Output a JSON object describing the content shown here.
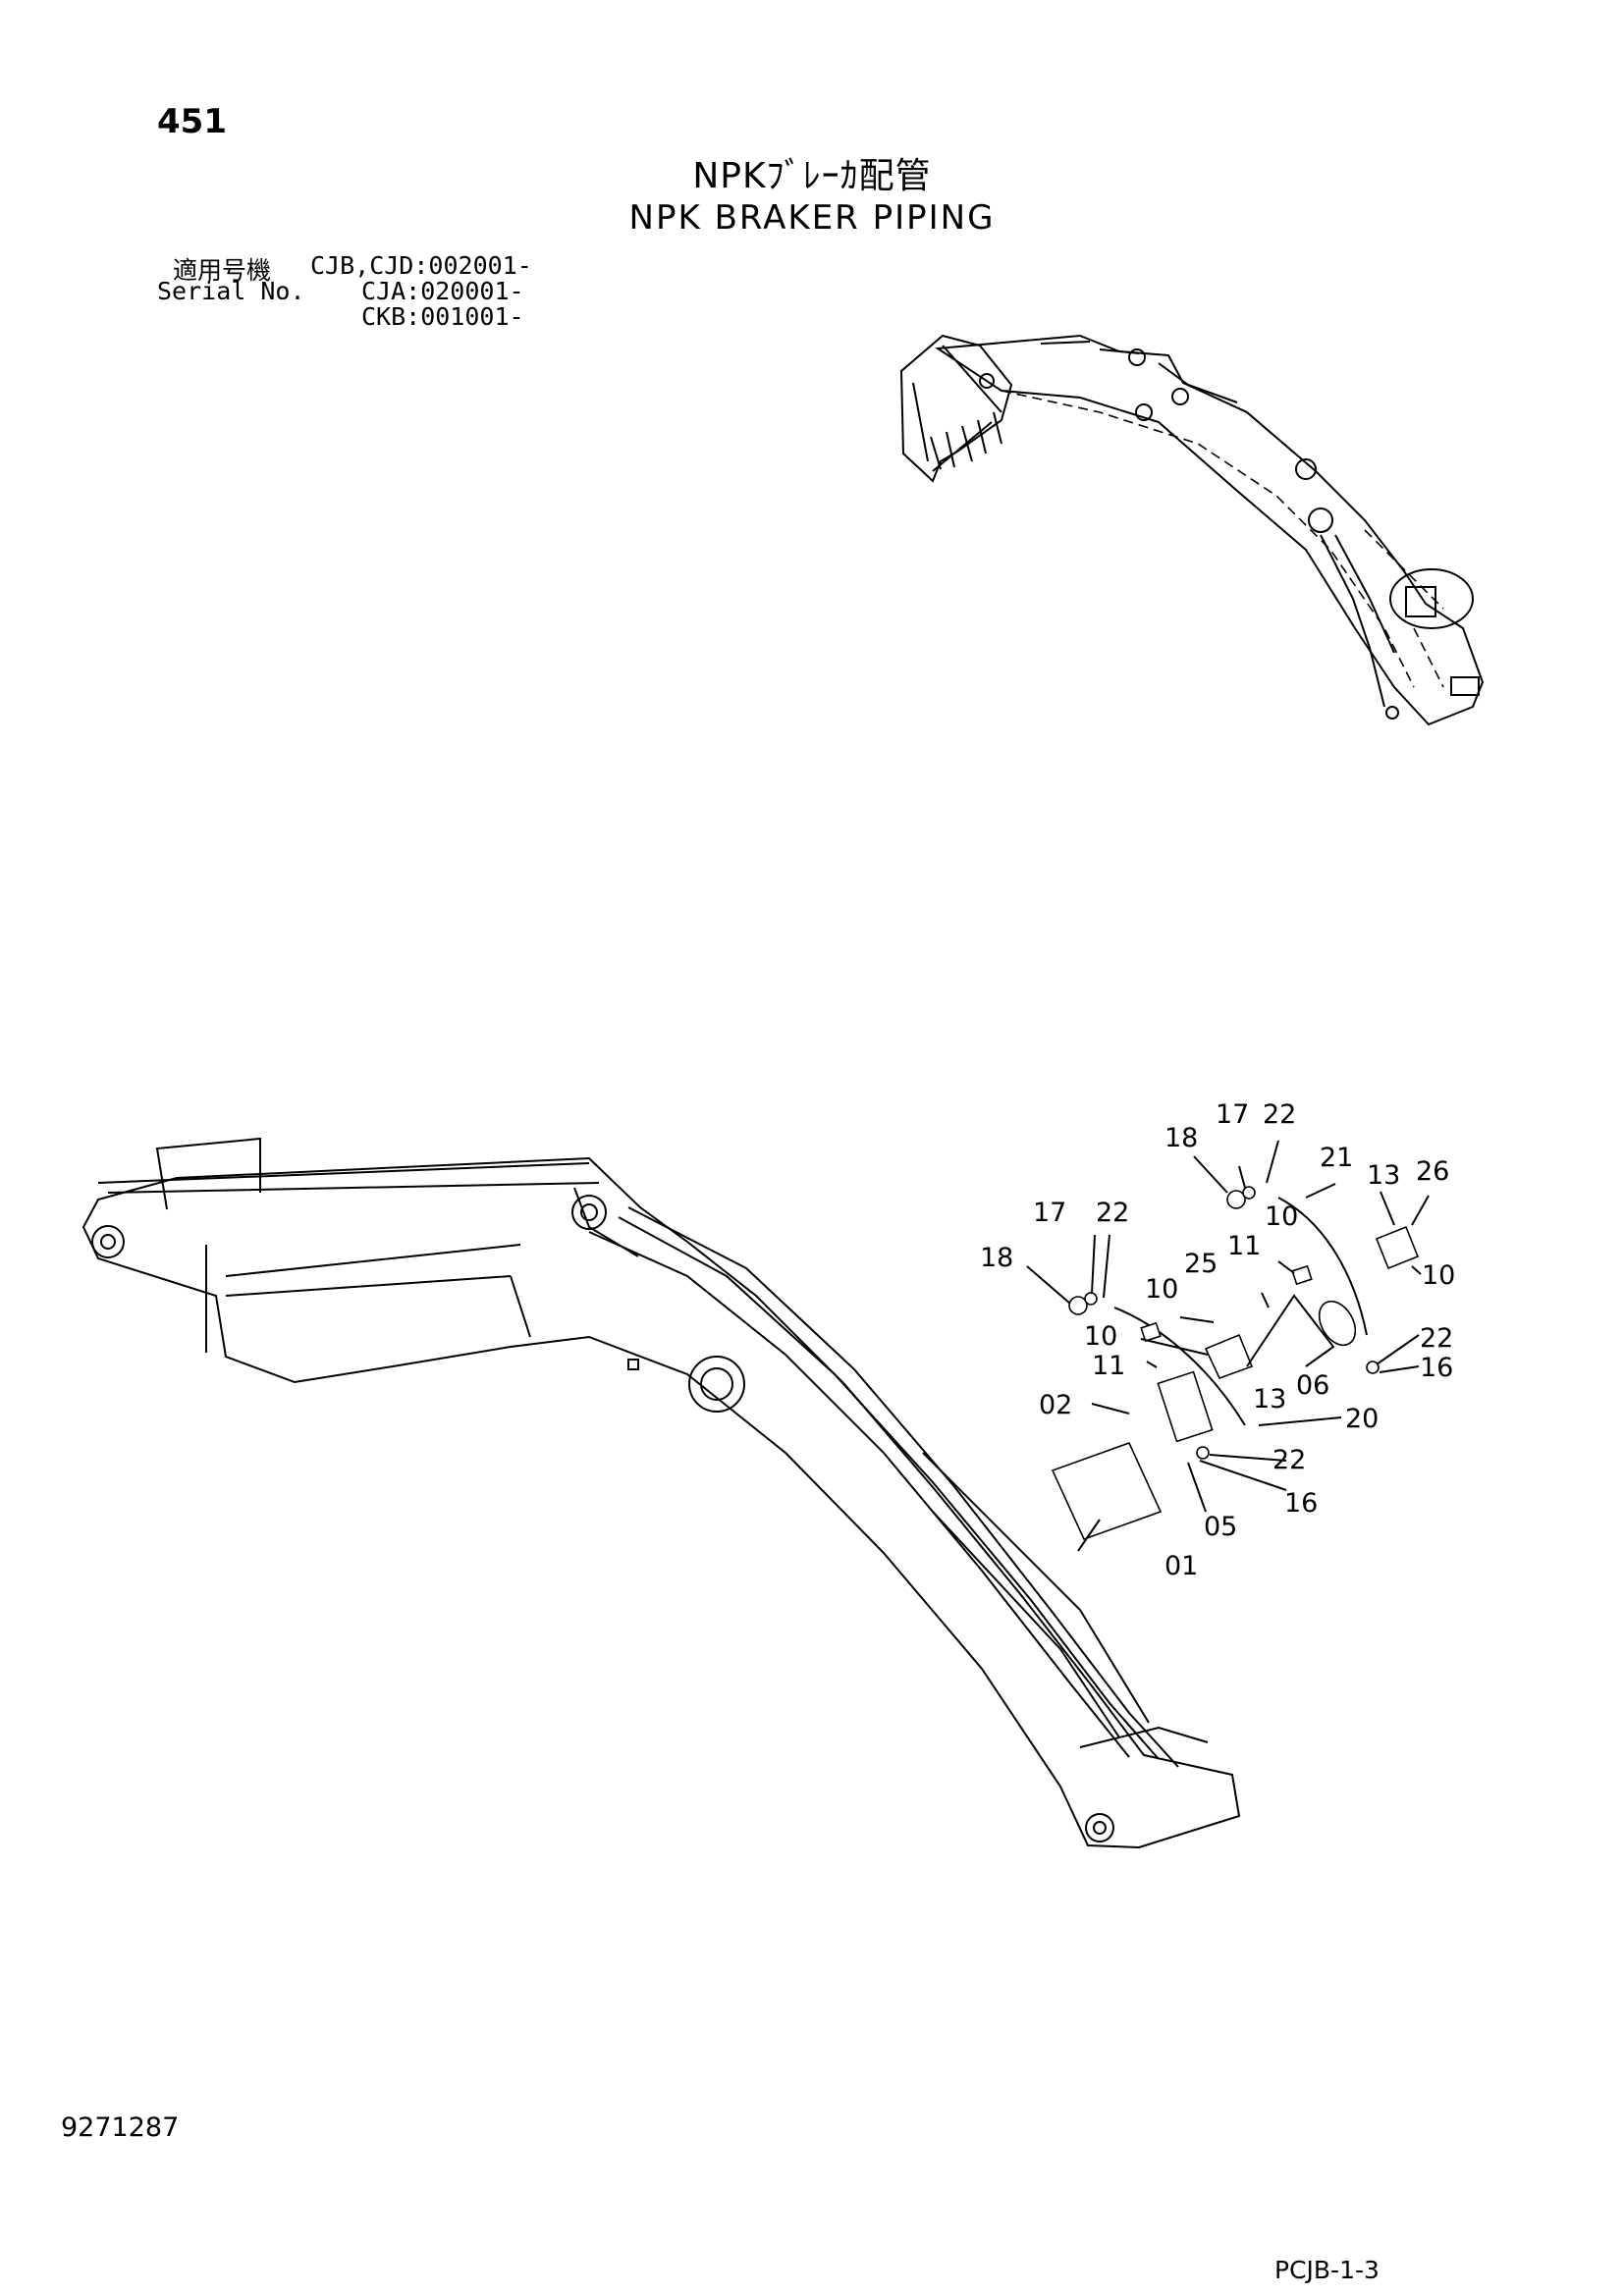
{
  "header": {
    "page_number": "451",
    "title_jp": "NPKﾌﾞﾚｰｶ配管",
    "title_en": "NPK BRAKER PIPING"
  },
  "serial": {
    "label_jp": "適用号機",
    "label_en": "Serial No.",
    "ranges": [
      "CJB,CJD:002001-",
      "CJA:020001-",
      "CKB:001001-"
    ]
  },
  "callouts": [
    "17",
    "22",
    "18",
    "21",
    "13",
    "26",
    "10",
    "17",
    "22",
    "11",
    "10",
    "18",
    "25",
    "10",
    "10",
    "22",
    "11",
    "13",
    "06",
    "16",
    "02",
    "20",
    "22",
    "16",
    "05",
    "01"
  ],
  "footer": {
    "doc_id": "9271287",
    "page_code": "PCJB-1-3"
  }
}
